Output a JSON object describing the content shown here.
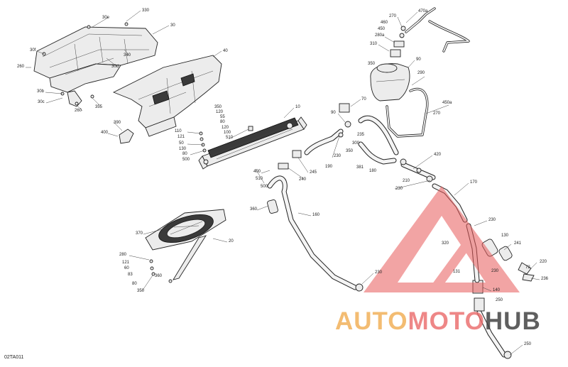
{
  "diagram": {
    "reference_code": "02TA011",
    "callouts": [
      {
        "id": "c-330",
        "text": "330"
      },
      {
        "id": "c-30e",
        "text": "30e"
      },
      {
        "id": "c-30",
        "text": "30"
      },
      {
        "id": "c-30f",
        "text": "30f"
      },
      {
        "id": "c-30d",
        "text": "30d"
      },
      {
        "id": "c-340",
        "text": "340"
      },
      {
        "id": "c-260a",
        "text": "260"
      },
      {
        "id": "c-30b",
        "text": "30b"
      },
      {
        "id": "c-30c",
        "text": "30c"
      },
      {
        "id": "c-260b",
        "text": "260"
      },
      {
        "id": "c-355",
        "text": "355"
      },
      {
        "id": "c-40",
        "text": "40"
      },
      {
        "id": "c-390",
        "text": "390"
      },
      {
        "id": "c-400a",
        "text": "400"
      },
      {
        "id": "c-10",
        "text": "10"
      },
      {
        "id": "c-350a",
        "text": "350"
      },
      {
        "id": "c-120a",
        "text": "120"
      },
      {
        "id": "c-55",
        "text": "55"
      },
      {
        "id": "c-80a",
        "text": "80"
      },
      {
        "id": "c-120b",
        "text": "120"
      },
      {
        "id": "c-100",
        "text": "100"
      },
      {
        "id": "c-510a",
        "text": "510"
      },
      {
        "id": "c-110",
        "text": "110"
      },
      {
        "id": "c-121a",
        "text": "121"
      },
      {
        "id": "c-50",
        "text": "50"
      },
      {
        "id": "c-130",
        "text": "130"
      },
      {
        "id": "c-80b",
        "text": "80"
      },
      {
        "id": "c-500a",
        "text": "500"
      },
      {
        "id": "c-400b",
        "text": "400"
      },
      {
        "id": "c-510b",
        "text": "510"
      },
      {
        "id": "c-500b",
        "text": "500"
      },
      {
        "id": "c-245",
        "text": "245"
      },
      {
        "id": "c-240",
        "text": "240"
      },
      {
        "id": "c-470a",
        "text": "470a"
      },
      {
        "id": "c-270a",
        "text": "270"
      },
      {
        "id": "c-460",
        "text": "460"
      },
      {
        "id": "c-450",
        "text": "450"
      },
      {
        "id": "c-280a",
        "text": "280a"
      },
      {
        "id": "c-310",
        "text": "310"
      },
      {
        "id": "c-90a",
        "text": "90"
      },
      {
        "id": "c-350b",
        "text": "350"
      },
      {
        "id": "c-290",
        "text": "290"
      },
      {
        "id": "c-270b",
        "text": "270"
      },
      {
        "id": "c-450a",
        "text": "450a"
      },
      {
        "id": "c-70",
        "text": "70"
      },
      {
        "id": "c-90b",
        "text": "90"
      },
      {
        "id": "c-235",
        "text": "235"
      },
      {
        "id": "c-300",
        "text": "300"
      },
      {
        "id": "c-230a",
        "text": "230"
      },
      {
        "id": "c-350c",
        "text": "350"
      },
      {
        "id": "c-190",
        "text": "190"
      },
      {
        "id": "c-381",
        "text": "381"
      },
      {
        "id": "c-180",
        "text": "180"
      },
      {
        "id": "c-420",
        "text": "420"
      },
      {
        "id": "c-210",
        "text": "210"
      },
      {
        "id": "c-230b",
        "text": "230"
      },
      {
        "id": "c-170",
        "text": "170"
      },
      {
        "id": "c-360",
        "text": "360"
      },
      {
        "id": "c-160",
        "text": "160"
      },
      {
        "id": "c-370",
        "text": "370"
      },
      {
        "id": "c-20",
        "text": "20"
      },
      {
        "id": "c-280",
        "text": "280"
      },
      {
        "id": "c-121b",
        "text": "121"
      },
      {
        "id": "c-60",
        "text": "60"
      },
      {
        "id": "c-83",
        "text": "83"
      },
      {
        "id": "c-80c",
        "text": "80"
      },
      {
        "id": "c-350d",
        "text": "350"
      },
      {
        "id": "c-360b",
        "text": "360"
      },
      {
        "id": "c-230c",
        "text": "230"
      },
      {
        "id": "c-230d",
        "text": "230"
      },
      {
        "id": "c-320",
        "text": "320"
      },
      {
        "id": "c-130b",
        "text": "130"
      },
      {
        "id": "c-241",
        "text": "241"
      },
      {
        "id": "c-220",
        "text": "220"
      },
      {
        "id": "c-131",
        "text": "131"
      },
      {
        "id": "c-230e",
        "text": "230"
      },
      {
        "id": "c-72",
        "text": "72"
      },
      {
        "id": "c-236",
        "text": "236"
      },
      {
        "id": "c-140",
        "text": "140"
      },
      {
        "id": "c-250a",
        "text": "250"
      },
      {
        "id": "c-250b",
        "text": "250"
      }
    ]
  },
  "watermark": {
    "part1": "AUTO",
    "part2": "MOTO",
    "part3": "HUB",
    "triangle_color": "#e85a5a",
    "auto_color": "#f2b15a",
    "hub_color": "#444444"
  }
}
